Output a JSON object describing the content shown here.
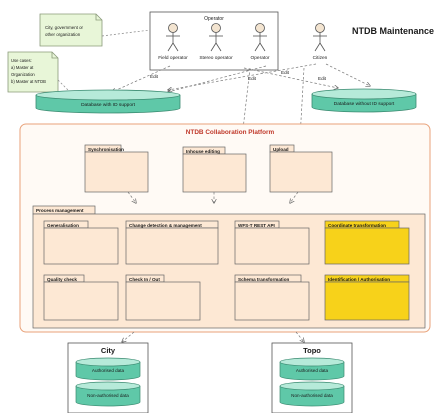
{
  "title": "NTDB Maintenance",
  "notes": {
    "top": [
      "City, government or",
      "other organization"
    ],
    "left": [
      "Use cases:",
      "a) Master at",
      "Organization",
      "b) Master at NTDB"
    ]
  },
  "operator_group": {
    "label": "Operator",
    "actors": [
      "Field operator",
      "Stereo operator",
      "Operator"
    ]
  },
  "citizen_label": "Citizen",
  "edge_labels": {
    "edit_1": "Edit",
    "edit_2": "Edit",
    "edit_3": "Edit",
    "edit_4": "Edit"
  },
  "databases": {
    "left": "Database with ID support",
    "right": "Database without ID support"
  },
  "platform": {
    "title": "NTDB Collaboration Platform",
    "top_packages": [
      "Synchronisation",
      "Inhouse editing",
      "Upload"
    ],
    "process_management": {
      "label": "Process management",
      "packages": [
        "Generalisation",
        "Change detection & management",
        "WFS-T REST API",
        "Coordinate transformation",
        "Quality check",
        "Check In / Out",
        "Schema transformation",
        "Identification / Authorisation"
      ]
    }
  },
  "stores": {
    "city": {
      "title": "City",
      "items": [
        "Authorised data",
        "Non-authorised data"
      ]
    },
    "topo": {
      "title": "Topo",
      "items": [
        "Authorised data",
        "Non-authorised data"
      ]
    }
  },
  "colors": {
    "database": "#5fc8a8",
    "database_top": "#b6ead9",
    "package": "#fde8d4",
    "package_highlight": "#f7d21a",
    "platform_border": "#e8a27a",
    "note": "#e8f6d8",
    "platform_title": "#c0392b"
  }
}
